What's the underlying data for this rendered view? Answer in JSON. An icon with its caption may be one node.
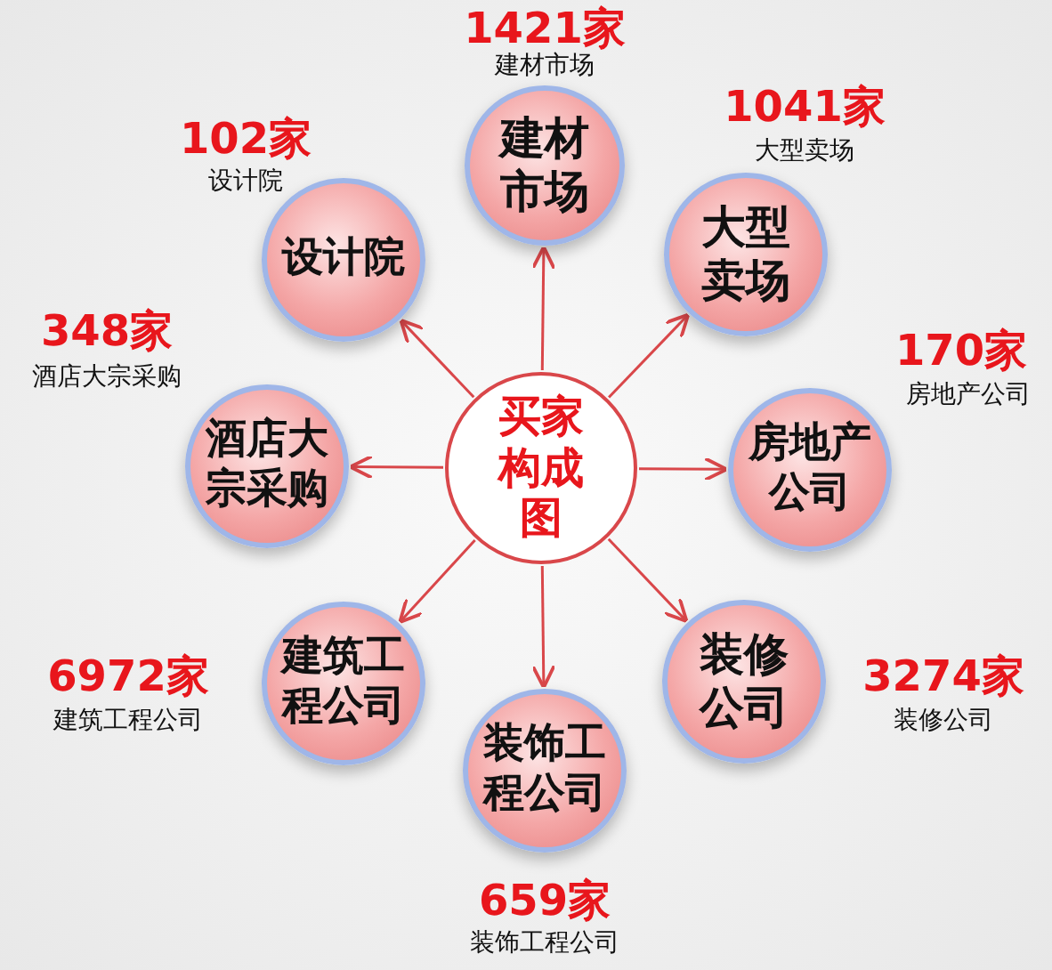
{
  "diagram": {
    "nodes": [
      {
        "text": [
          "买家构成图"
        ]
      },
      {
        "text": [
          "建材市场"
        ],
        "beside": [
          "1421家",
          "建材市场"
        ]
      },
      {
        "text": [
          "大型卖场"
        ],
        "beside": [
          "1041家",
          "大型卖场"
        ]
      },
      {
        "text": [
          "房地产公司"
        ],
        "beside": [
          "170家",
          "房地产公司"
        ]
      },
      {
        "text": [
          "装修公司"
        ],
        "beside": [
          "3274家",
          "装修公司"
        ]
      },
      {
        "text": [
          "装饰工程公司"
        ],
        "beside": [
          "659家",
          "装饰工程公司"
        ]
      },
      {
        "text": [
          "建筑工程公司"
        ],
        "beside": [
          "6972家",
          "建筑工程公司"
        ]
      },
      {
        "text": [
          "酒店大宗采购"
        ],
        "beside": [
          "348家",
          "酒店大宗采购"
        ]
      },
      {
        "text": [
          "设计院"
        ],
        "beside": [
          "102家",
          "设计院"
        ]
      }
    ],
    "edges": [
      {
        "from": 0,
        "to": 1,
        "arrow": "to"
      },
      {
        "from": 0,
        "to": 2,
        "arrow": "to"
      },
      {
        "from": 0,
        "to": 3,
        "arrow": "to"
      },
      {
        "from": 0,
        "to": 4,
        "arrow": "to"
      },
      {
        "from": 0,
        "to": 5,
        "arrow": "to"
      },
      {
        "from": 0,
        "to": 6,
        "arrow": "to"
      },
      {
        "from": 0,
        "to": 7,
        "arrow": "to"
      },
      {
        "from": 0,
        "to": 8,
        "arrow": "to"
      }
    ]
  }
}
